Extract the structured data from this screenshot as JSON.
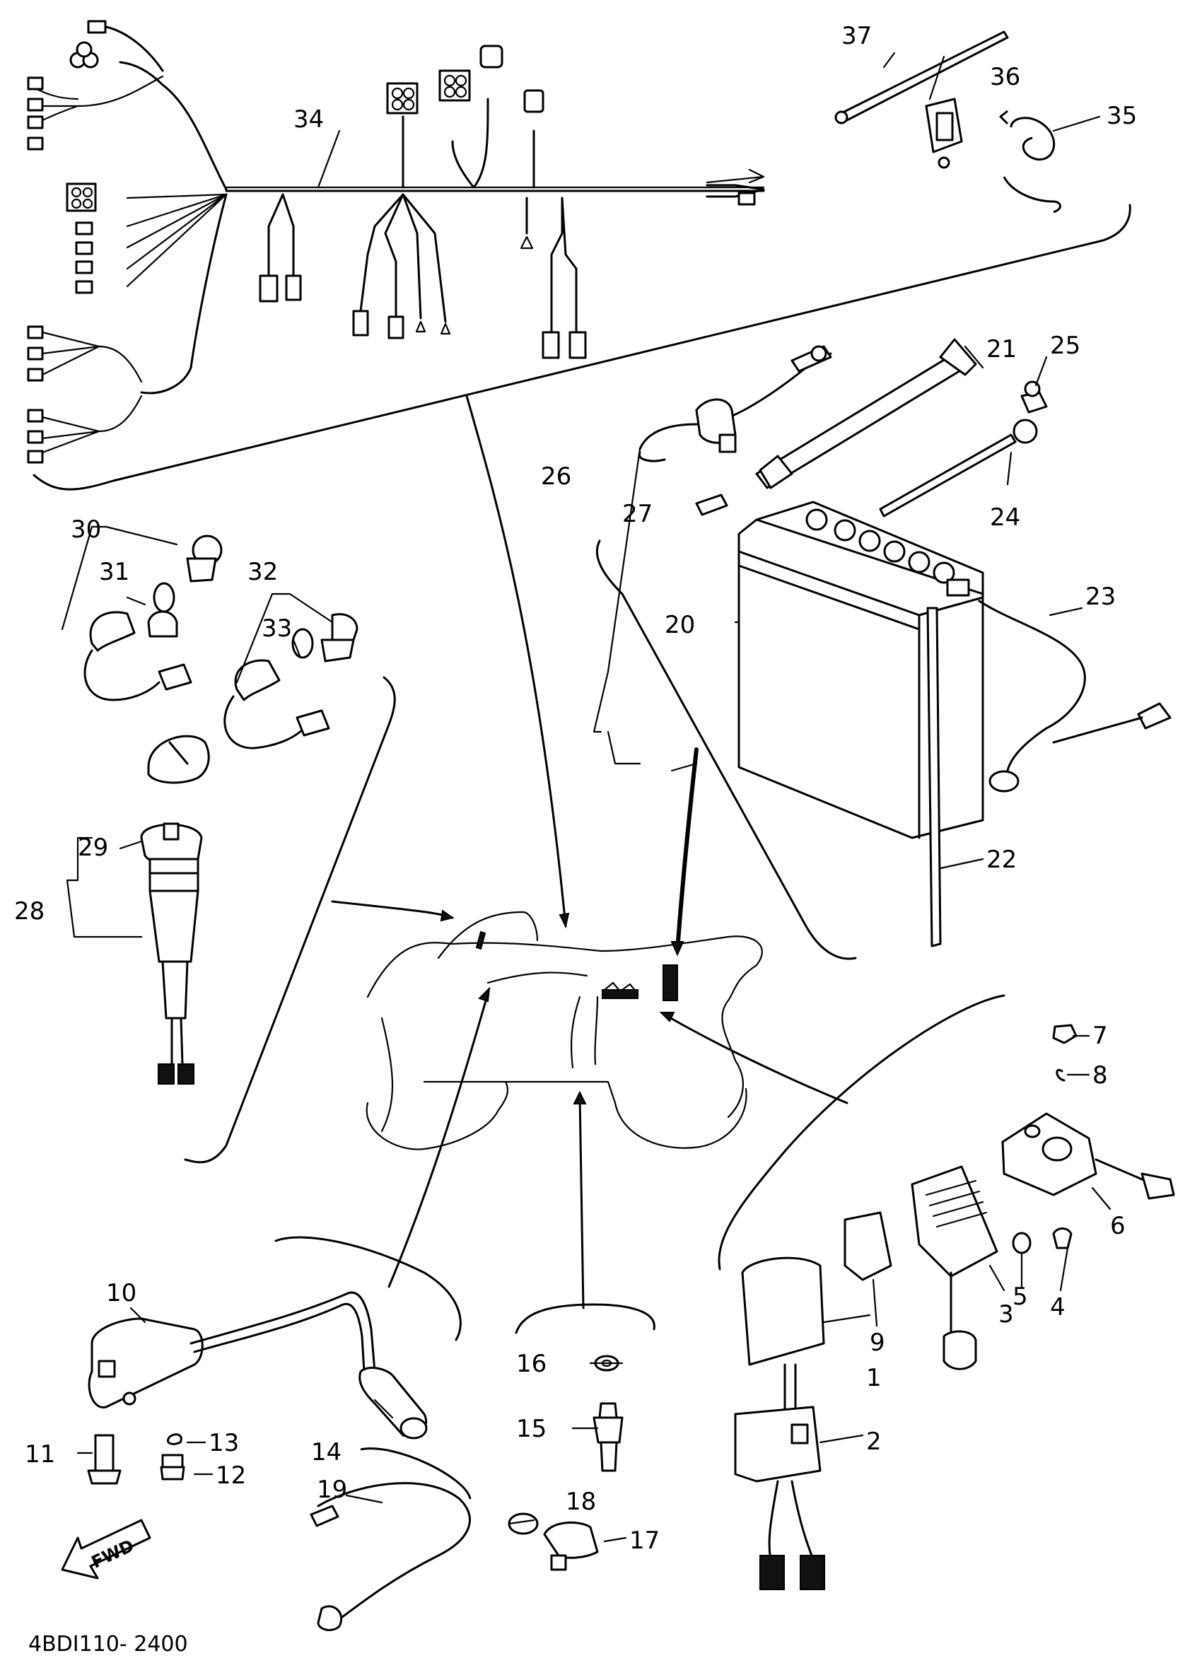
{
  "diagram_code": "4BDI110- 2400",
  "direction_label": "FWD",
  "callouts": {
    "c1": "1",
    "c2": "2",
    "c3": "3",
    "c4": "4",
    "c5": "5",
    "c6": "6",
    "c7": "7",
    "c8": "8",
    "c9": "9",
    "c10": "10",
    "c11": "11",
    "c12": "12",
    "c13": "13",
    "c14": "14",
    "c15": "15",
    "c16": "16",
    "c17": "17",
    "c18": "18",
    "c19": "19",
    "c20": "20",
    "c21": "21",
    "c22": "22",
    "c23": "23",
    "c24": "24",
    "c25": "25",
    "c26": "26",
    "c27": "27",
    "c28": "28",
    "c29": "29",
    "c30": "30",
    "c31": "31",
    "c32": "32",
    "c33": "33",
    "c34": "34",
    "c35": "35",
    "c36": "36",
    "c37": "37"
  },
  "colors": {
    "ink": "#000000",
    "paper": "#ffffff"
  }
}
